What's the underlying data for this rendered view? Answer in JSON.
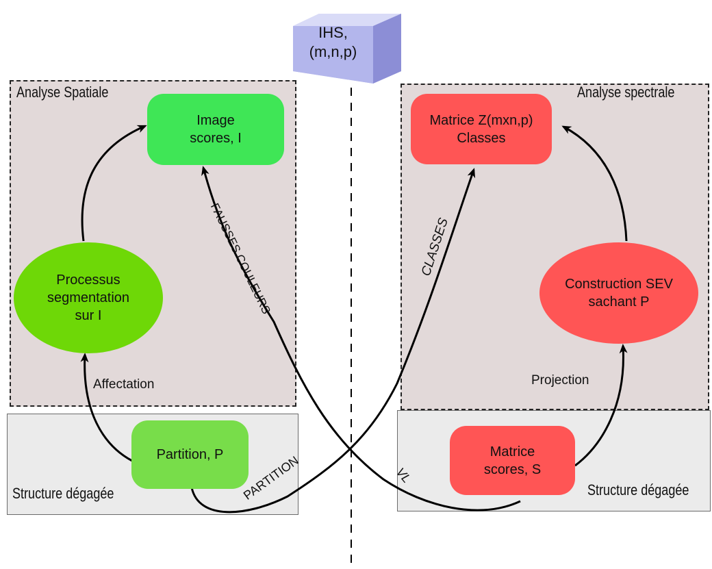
{
  "cube": {
    "line1": "IHS,",
    "line2": "(m,n,p)"
  },
  "left": {
    "region_title": "Analyse Spatiale",
    "structure_title": "Structure dégagée",
    "image_node": {
      "line1": "Image",
      "line2": "scores, I",
      "color": "#3fe656"
    },
    "process_node": {
      "line1": "Processus",
      "line2": "segmentation",
      "line3": "sur I",
      "color": "#6ed807"
    },
    "partition_node": {
      "label": "Partition, P",
      "color": "#78dd4a"
    },
    "affectation_label": "Affectation"
  },
  "right": {
    "region_title": "Analyse spectrale",
    "structure_title": "Structure dégagée",
    "matrix_node": {
      "line1": "Matrice Z(mxn,p)",
      "line2": "Classes",
      "color": "#ff5555"
    },
    "construction_node": {
      "line1": "Construction SEV",
      "line2": "sachant P",
      "color": "#ff5555"
    },
    "scores_node": {
      "line1": "Matrice",
      "line2": "scores, S",
      "color": "#ff5555"
    },
    "projection_label": "Projection"
  },
  "flows": {
    "fausses_couleurs": "FAUSSES COULEURS",
    "classes": "CLASSES",
    "partition": "PARTITION",
    "vl": "VL"
  },
  "colors": {
    "left_region": "#e2d9d9",
    "structure_bg": "#ebebeb",
    "arrow": "#000000"
  }
}
